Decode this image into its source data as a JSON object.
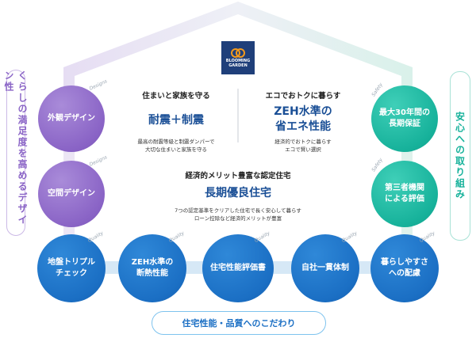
{
  "logo": {
    "line1": "BLOOMING",
    "line2": "GARDEN"
  },
  "left_label": "くらしの満足度を高めるデザイン性",
  "right_label": "安心への取り組み",
  "bottom_pill": "住宅性能・品質へのこだわり",
  "left_circles": [
    {
      "label": "外観デザイン",
      "tag": "Designs"
    },
    {
      "label": "空間デザイン",
      "tag": "Designs"
    }
  ],
  "right_circles": [
    {
      "label": "最大30年間の\n長期保証",
      "tag": "Safety"
    },
    {
      "label": "第三者機関\nによる評価",
      "tag": "Safety"
    }
  ],
  "bottom_circles": [
    {
      "label": "地盤トリプル\nチェック",
      "tag": "Quality"
    },
    {
      "label": "ZEH水準の\n断熱性能",
      "tag": "Quality"
    },
    {
      "label": "住宅性能評価書",
      "tag": "Quality"
    },
    {
      "label": "自社一貫体制",
      "tag": "Quality"
    },
    {
      "label": "暮らしやすさ\nへの配慮",
      "tag": "Quality"
    }
  ],
  "features": {
    "left": {
      "heading": "住まいと家族を守る",
      "title": "耐震＋制震",
      "text": "最高の耐震等級と制震ダンパーで\n大切な住まいと家族を守る"
    },
    "right": {
      "heading": "エコでおトクに暮らす",
      "title": "ZEH水準の\n省エネ性能",
      "text": "経済的でおトクに暮らす\nエコで賢い選択"
    },
    "center": {
      "heading": "経済的メリット豊富な認定住宅",
      "title": "長期優良住宅",
      "text": "7つの認定基準をクリアした住宅で長く安心して暮らす\nローン控除など経済的メリットが豊富"
    }
  },
  "colors": {
    "purple": "#8a64c6",
    "teal": "#17b29b",
    "blue": "#1b6fc4",
    "navy": "#1f3f7a"
  }
}
